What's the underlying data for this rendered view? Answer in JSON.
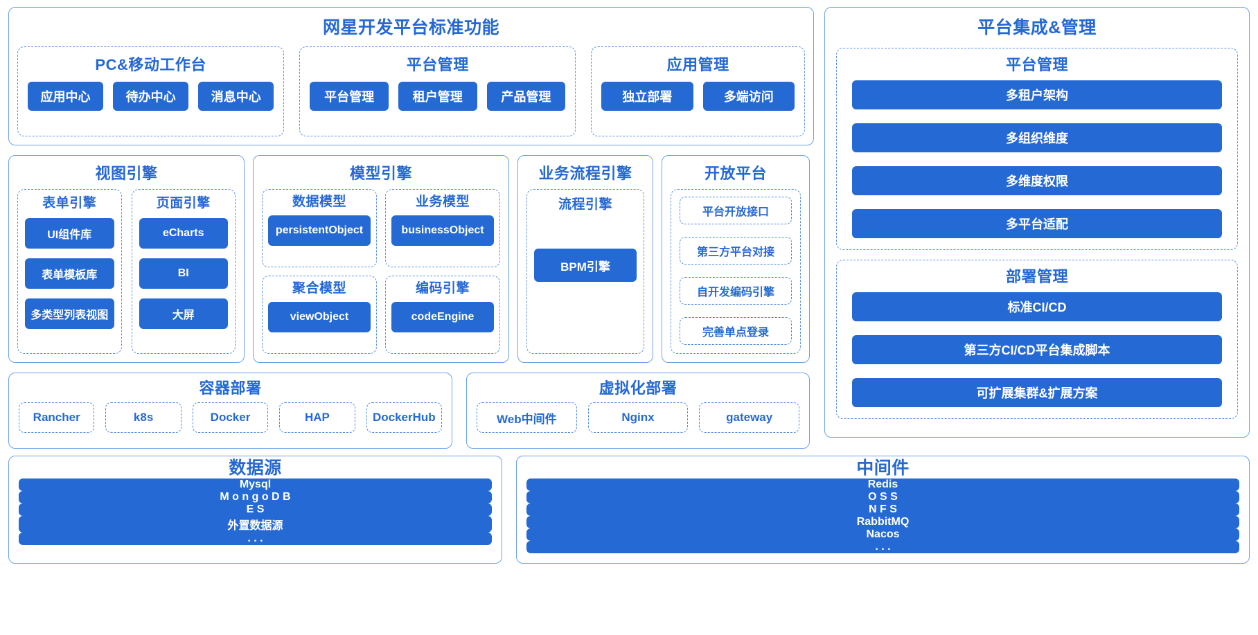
{
  "standard": {
    "title": "网星开发平台标准功能",
    "groups": [
      {
        "title": "PC&移动工作台",
        "items": [
          "应用中心",
          "待办中心",
          "消息中心"
        ]
      },
      {
        "title": "平台管理",
        "items": [
          "平台管理",
          "租户管理",
          "产品管理"
        ]
      },
      {
        "title": "应用管理",
        "items": [
          "独立部署",
          "多端访问"
        ]
      }
    ]
  },
  "engines": {
    "view": {
      "title": "视图引擎",
      "subgroups": [
        {
          "title": "表单引擎",
          "items": [
            "UI组件库",
            "表单模板库",
            "多类型列表视图"
          ]
        },
        {
          "title": "页面引擎",
          "items": [
            "eCharts",
            "BI",
            "大屏"
          ]
        }
      ]
    },
    "model": {
      "title": "模型引擎",
      "cells": [
        {
          "title": "数据模型",
          "item": "persistentObject"
        },
        {
          "title": "业务模型",
          "item": "businessObject"
        },
        {
          "title": "聚合模型",
          "item": "viewObject"
        },
        {
          "title": "编码引擎",
          "item": "codeEngine"
        }
      ]
    },
    "flow": {
      "title": "业务流程引擎",
      "inner_title": "流程引擎",
      "item": "BPM引擎"
    },
    "open": {
      "title": "开放平台",
      "items": [
        "平台开放接口",
        "第三方平台对接",
        "自开发编码引擎",
        "完善单点登录"
      ]
    }
  },
  "deploy": {
    "container": {
      "title": "容器部署",
      "items": [
        "Rancher",
        "k8s",
        "Docker",
        "HAP",
        "DockerHub"
      ]
    },
    "virtual": {
      "title": "虚拟化部署",
      "items": [
        "Web中间件",
        "Nginx",
        "gateway"
      ]
    }
  },
  "bottom": {
    "datasource": {
      "title": "数据源",
      "items": [
        "Mysql",
        "M o n g o D B",
        "E S",
        "外置数据源",
        ". . ."
      ]
    },
    "middleware": {
      "title": "中间件",
      "items": [
        "Redis",
        "O S S",
        "N F S",
        "RabbitMQ",
        "Nacos",
        ". . ."
      ]
    }
  },
  "right": {
    "title": "平台集成&管理",
    "groups": [
      {
        "title": "平台管理",
        "items": [
          "多租户架构",
          "多组织维度",
          "多维度权限",
          "多平台适配"
        ]
      },
      {
        "title": "部署管理",
        "items": [
          "标准CI/CD",
          "第三方CI/CD平台集成脚本",
          "可扩展集群&扩展方案"
        ]
      }
    ]
  },
  "colors": {
    "chip_fill": "#2569d4",
    "text_blue": "#2568d4",
    "border_solid": "#6ba3e8",
    "border_dashed": "#5b93e0"
  }
}
